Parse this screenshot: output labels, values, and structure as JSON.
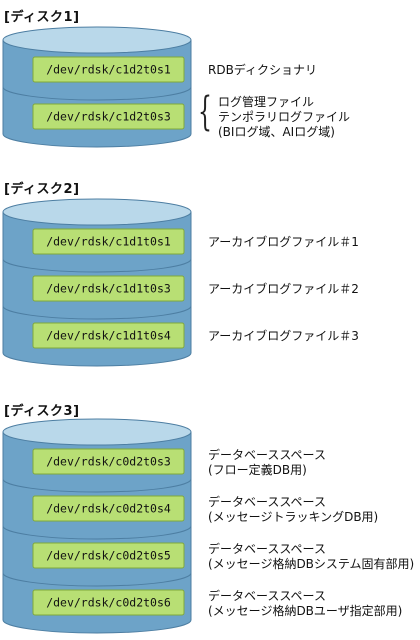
{
  "colors": {
    "cylinder_side": "#6da3c8",
    "cylinder_top": "#b9d8ea",
    "cylinder_stroke": "#4d7ea2",
    "device_box": "#b8df74",
    "device_box_stroke": "#7fa83a"
  },
  "disks": [
    {
      "heading": "[ディスク1]",
      "partitions": [
        {
          "device": "/dev/rdsk/c1d2t0s1",
          "lines": [
            "RDBディクショナリ"
          ]
        },
        {
          "device": "/dev/rdsk/c1d2t0s3",
          "lines": [
            "ログ管理ファイル",
            "テンポラリログファイル",
            "(BIログ域、AIログ域)"
          ]
        }
      ]
    },
    {
      "heading": "[ディスク2]",
      "partitions": [
        {
          "device": "/dev/rdsk/c1d1t0s1",
          "lines": [
            "アーカイブログファイル＃1"
          ]
        },
        {
          "device": "/dev/rdsk/c1d1t0s3",
          "lines": [
            "アーカイブログファイル＃2"
          ]
        },
        {
          "device": "/dev/rdsk/c1d1t0s4",
          "lines": [
            "アーカイブログファイル＃3"
          ]
        }
      ]
    },
    {
      "heading": "[ディスク3]",
      "partitions": [
        {
          "device": "/dev/rdsk/c0d2t0s3",
          "lines": [
            "データベーススペース",
            "(フロー定義DB用)"
          ]
        },
        {
          "device": "/dev/rdsk/c0d2t0s4",
          "lines": [
            "データベーススペース",
            "(メッセージトラッキングDB用)"
          ]
        },
        {
          "device": "/dev/rdsk/c0d2t0s5",
          "lines": [
            "データベーススペース",
            "(メッセージ格納DBシステム固有部用)"
          ]
        },
        {
          "device": "/dev/rdsk/c0d2t0s6",
          "lines": [
            "データベーススペース",
            "(メッセージ格納DBユーザ指定部用)"
          ]
        }
      ]
    }
  ]
}
